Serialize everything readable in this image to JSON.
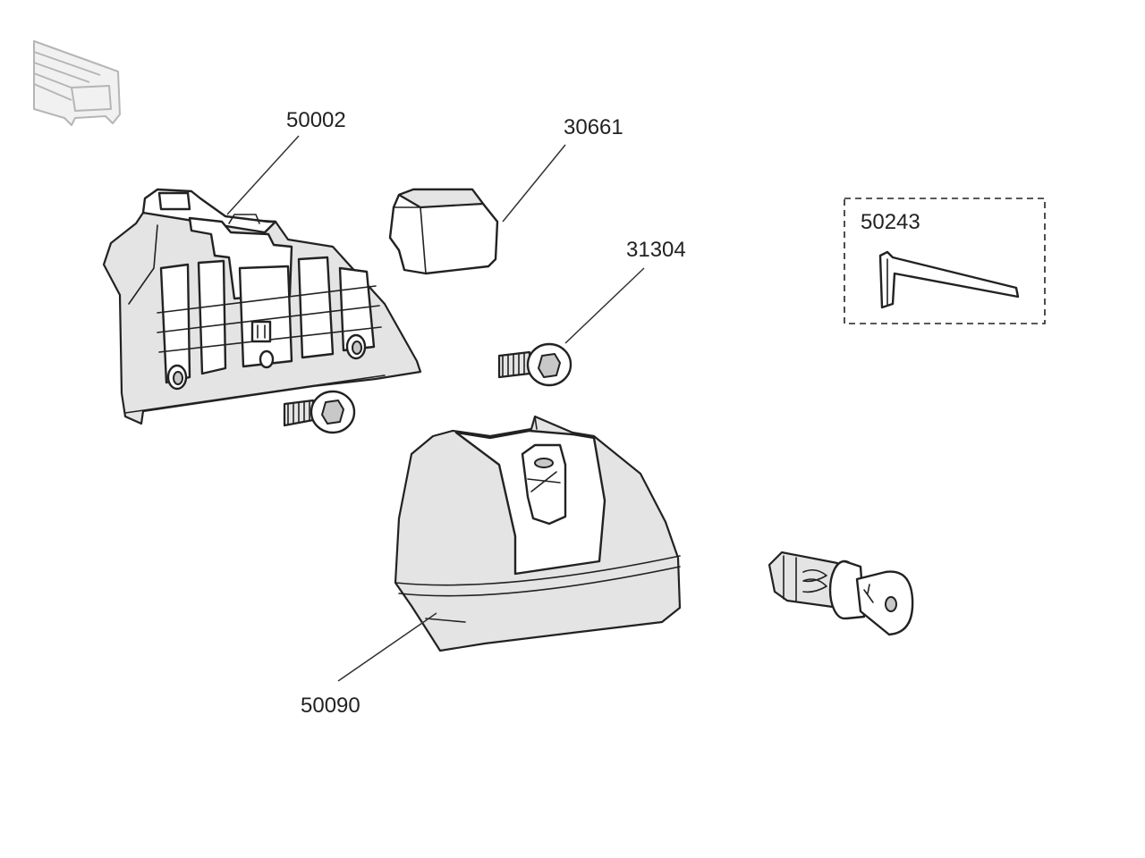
{
  "labels": {
    "foot": "50002",
    "pad": "30661",
    "screw": "31304",
    "tool": "50243",
    "cover": "50090"
  },
  "colors": {
    "ink": "#222222",
    "fill_light": "#e4e4e4",
    "fill_dark": "#c8c8c8",
    "background": "#ffffff"
  }
}
